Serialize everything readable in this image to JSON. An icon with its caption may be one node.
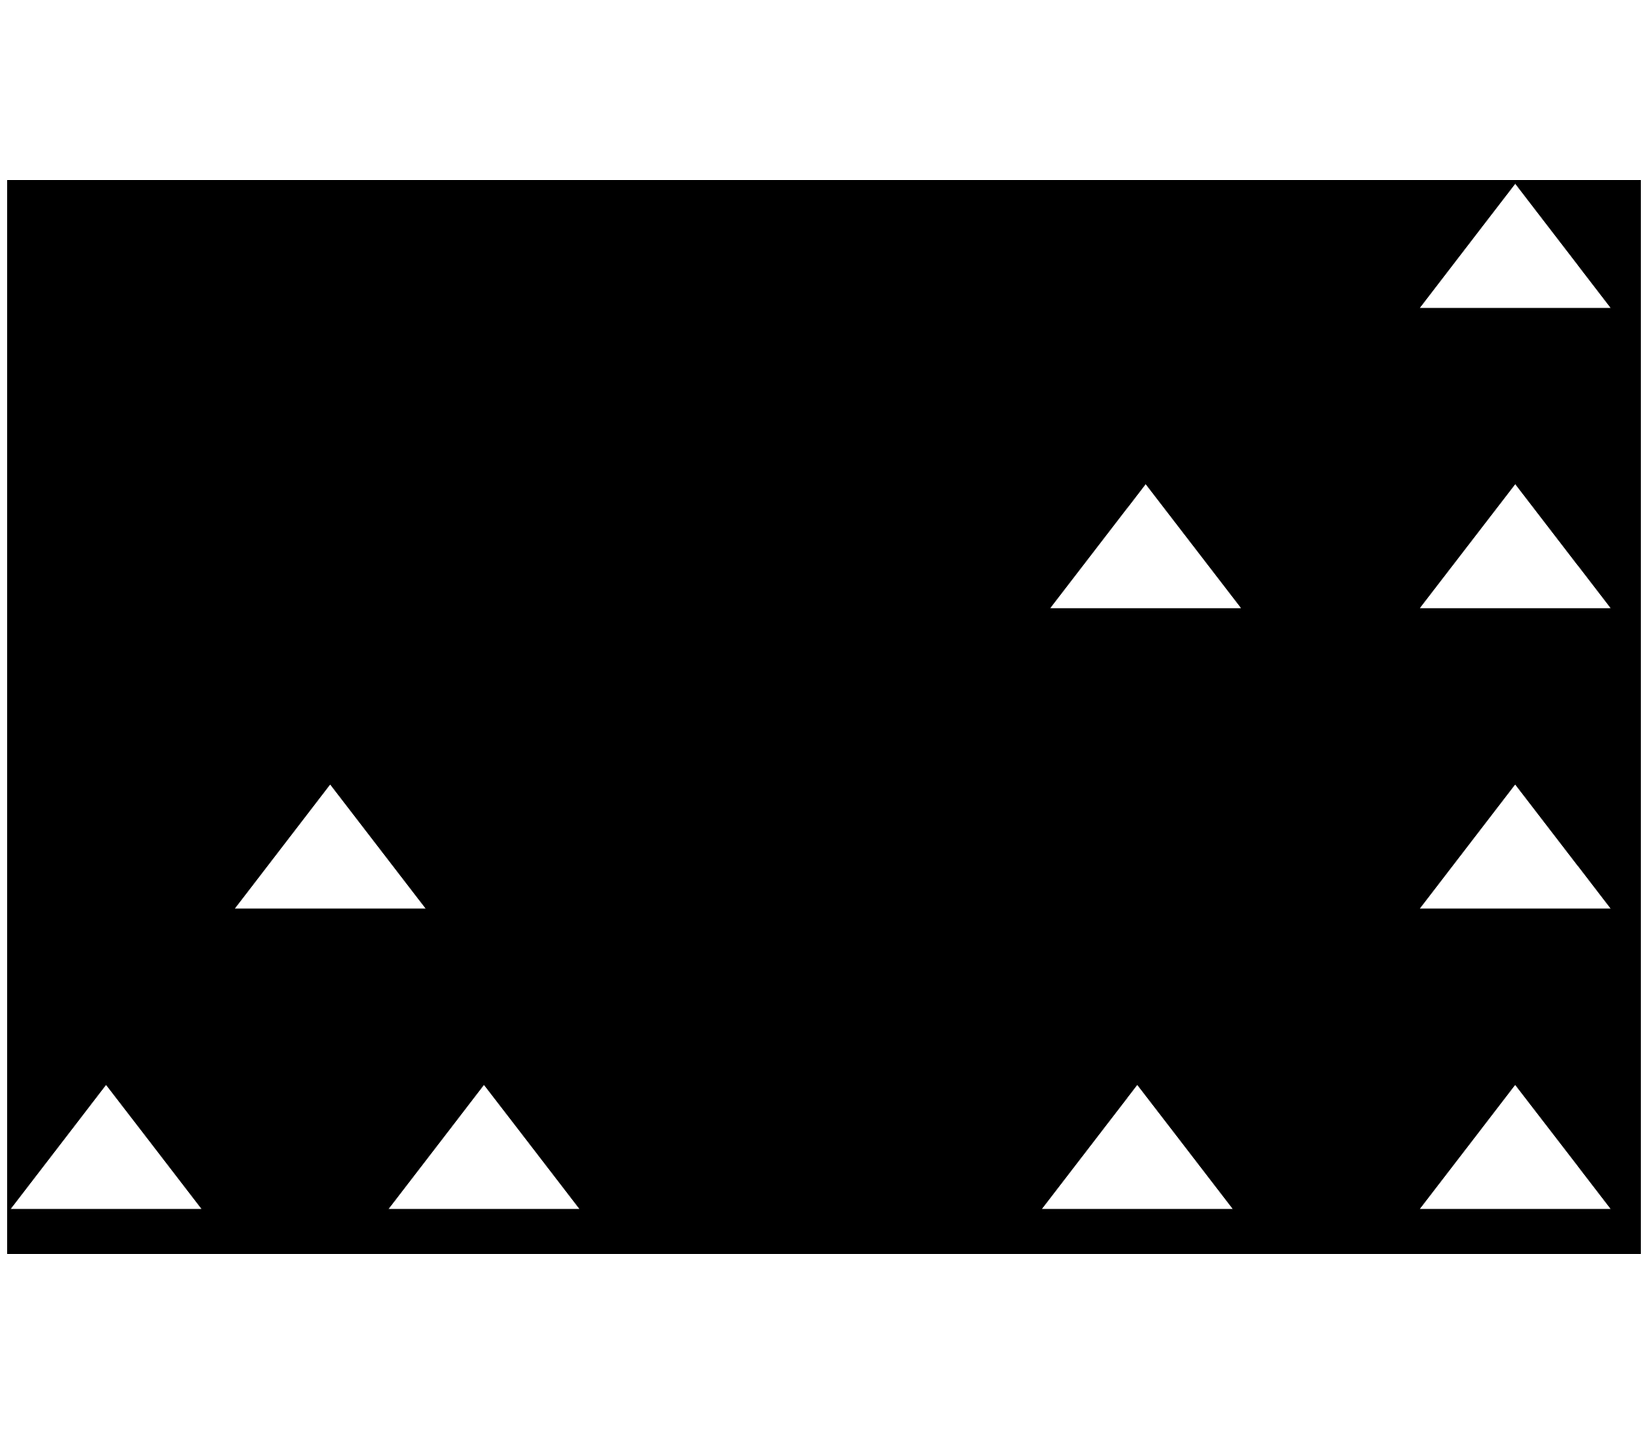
{
  "diagram": {
    "nodes": [
      {
        "text": [],
        "shape": "triangle"
      },
      {
        "text": [],
        "shape": "triangle"
      },
      {
        "text": [],
        "shape": "triangle"
      },
      {
        "text": [],
        "shape": "triangle"
      },
      {
        "text": [],
        "shape": "triangle"
      },
      {
        "text": [],
        "shape": "triangle"
      },
      {
        "text": [],
        "shape": "triangle"
      },
      {
        "text": [],
        "shape": "triangle"
      },
      {
        "text": [],
        "shape": "triangle"
      }
    ]
  }
}
